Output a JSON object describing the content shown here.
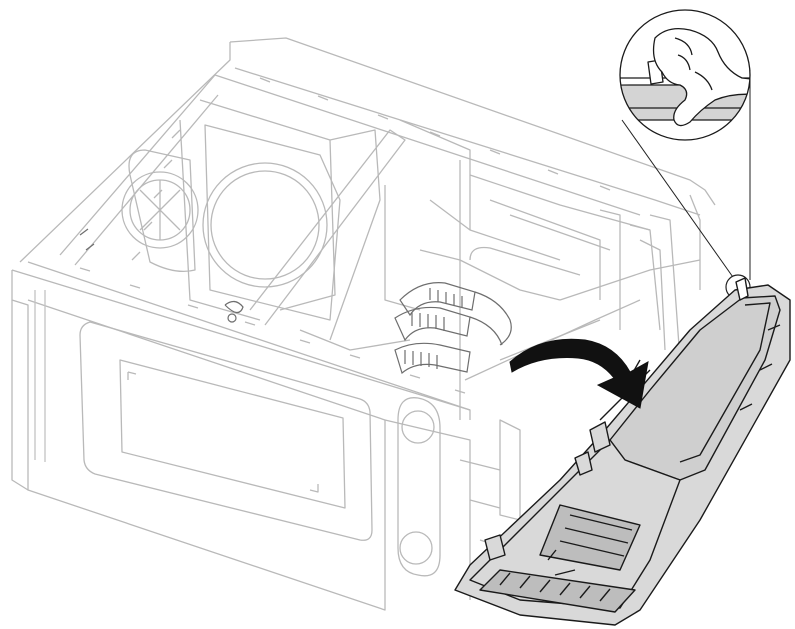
{
  "figure": {
    "kind": "installation illustration",
    "colors": {
      "background": "#ffffff",
      "chassis_line": "#b9b9b9",
      "chassis_dark": "#8a8a8a",
      "bezel_fill": "#d9d9d9",
      "bezel_line": "#1a1a1a",
      "arrow": "#111111",
      "callout_line": "#222222"
    },
    "icons": [
      "computer-chassis",
      "front-bezel",
      "rotate-arrow",
      "detail-magnifier",
      "hand-pressing-tab"
    ]
  }
}
